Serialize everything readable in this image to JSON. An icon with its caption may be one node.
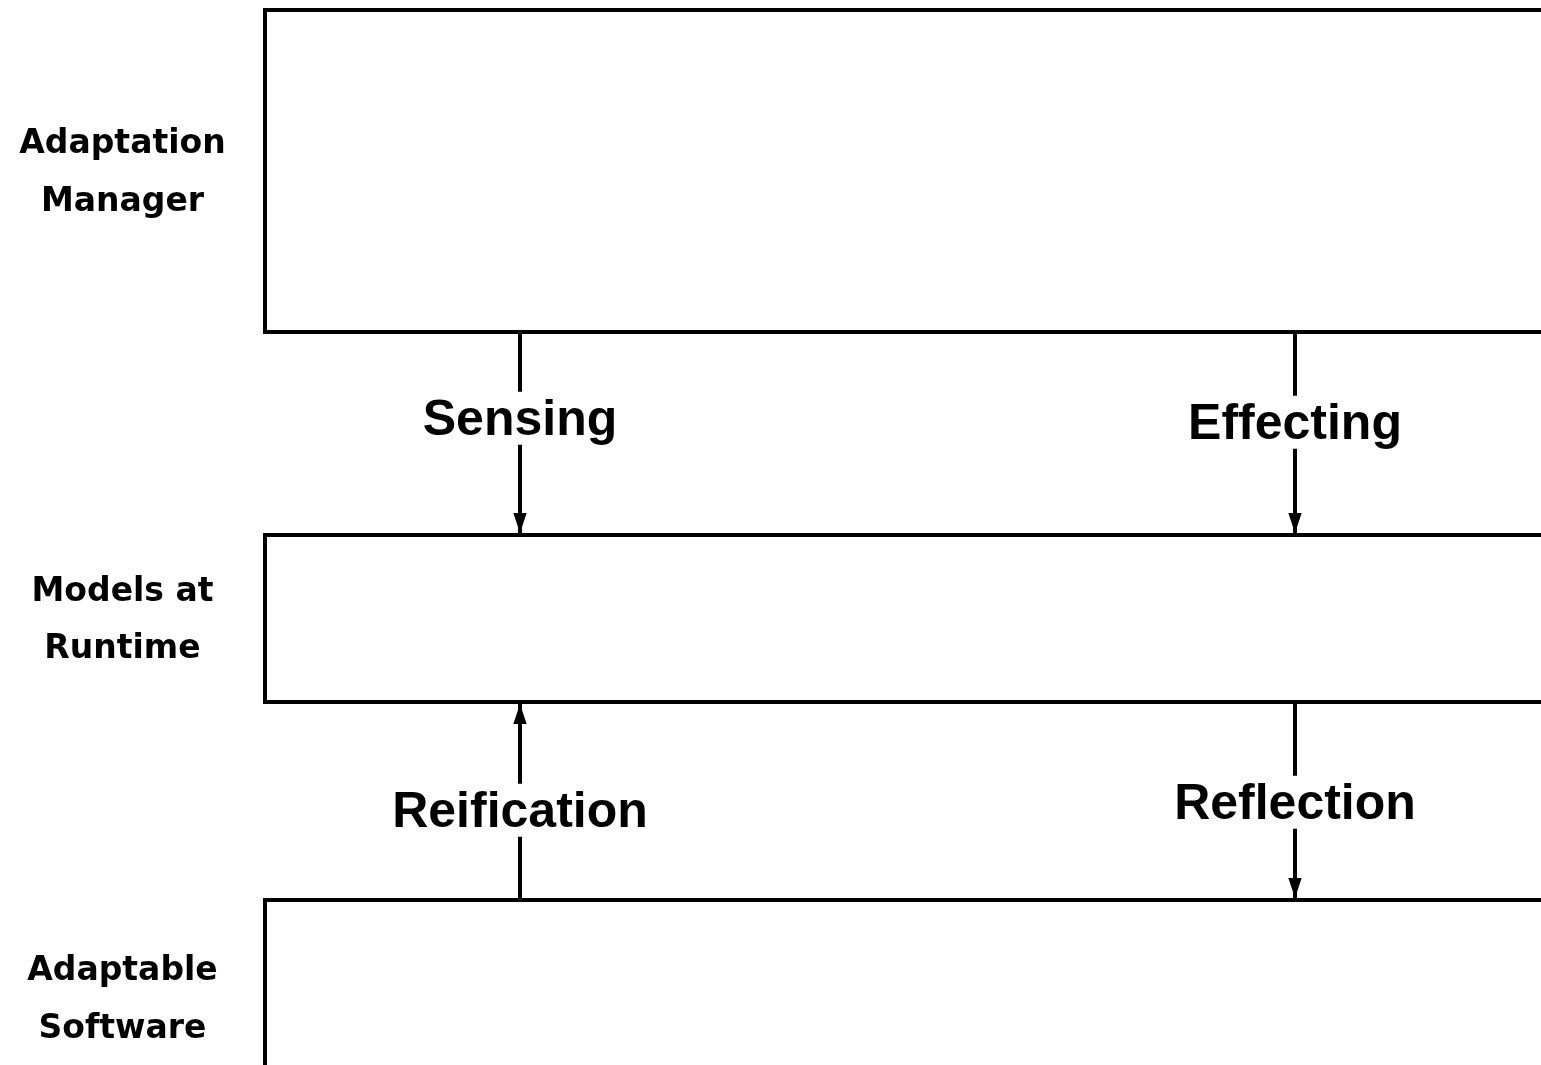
{
  "diagram": {
    "nodes": [
      {
        "text": [
          "Adaptation Manager"
        ]
      },
      {
        "text": [
          "Models at Runtime"
        ]
      },
      {
        "text": [
          "Adaptable Software"
        ]
      }
    ],
    "edges": [
      {
        "from": 0,
        "to": 1,
        "arrow": "to",
        "label": "Sensing"
      },
      {
        "from": 0,
        "to": 1,
        "arrow": "to",
        "label": "Effecting"
      },
      {
        "from": 2,
        "to": 1,
        "arrow": "to",
        "label": "Reification"
      },
      {
        "from": 1,
        "to": 2,
        "arrow": "to",
        "label": "Reflection"
      }
    ]
  }
}
